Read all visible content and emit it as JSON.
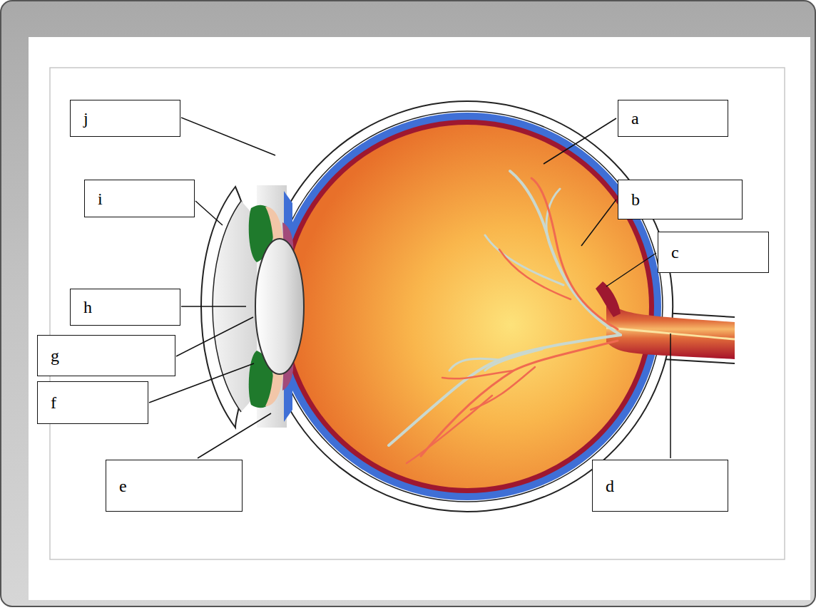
{
  "diagram": {
    "nodes": [
      {
        "text": [
          "j"
        ]
      },
      {
        "text": [
          "a"
        ]
      },
      {
        "text": [
          "i"
        ]
      },
      {
        "text": [
          "b"
        ]
      },
      {
        "text": [
          "c"
        ]
      },
      {
        "text": [
          "h"
        ]
      },
      {
        "text": [
          "g"
        ]
      },
      {
        "text": [
          "f"
        ]
      },
      {
        "text": [
          "e"
        ]
      },
      {
        "text": [
          "d"
        ]
      }
    ]
  }
}
